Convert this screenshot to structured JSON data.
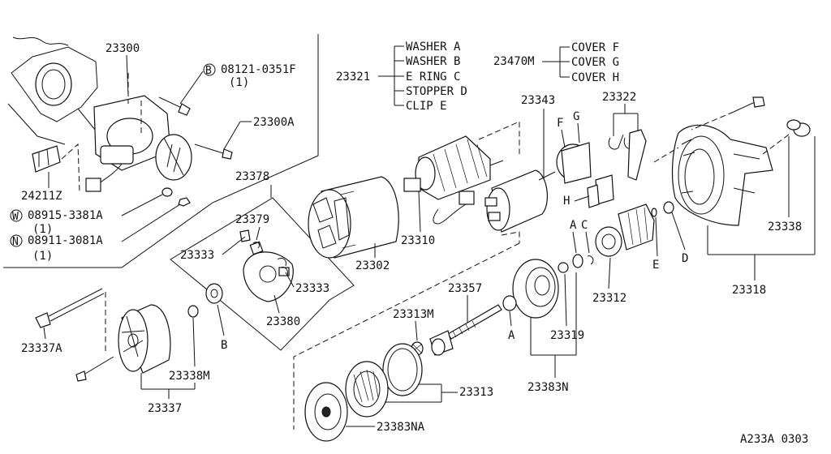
{
  "footer_code": "A233A 0303",
  "bubbles": {
    "b": "B",
    "w": "W",
    "n": "N"
  },
  "parts": {
    "p23300": "23300",
    "p08121": "08121-0351F",
    "p08121_qty": "(1)",
    "p23300A": "23300A",
    "p24211Z": "24211Z",
    "p08915": "08915-3381A",
    "p08915_qty": "(1)",
    "p08911": "08911-3081A",
    "p08911_qty": "(1)",
    "p23378": "23378",
    "p23379": "23379",
    "p23333a": "23333",
    "p23333b": "23333",
    "p23380": "23380",
    "p23302": "23302",
    "p23310": "23310",
    "p23343": "23343",
    "p23322": "23322",
    "p23338": "23338",
    "p23318": "23318",
    "p23312": "23312",
    "p23319": "23319",
    "p23383N": "23383N",
    "p23357": "23357",
    "p23313M": "23313M",
    "p23313": "23313",
    "p23383NA": "23383NA",
    "p23337A": "23337A",
    "p23338M": "23338M",
    "p23337": "23337"
  },
  "legend_23321": {
    "code": "23321",
    "items": [
      "WASHER A",
      "WASHER B",
      "E RING C",
      "STOPPER D",
      "CLIP E"
    ]
  },
  "legend_23470M": {
    "code": "23470M",
    "items": [
      "COVER F",
      "COVER G",
      "COVER H"
    ]
  },
  "letters": {
    "A1": "A",
    "A2": "A",
    "B": "B",
    "C": "C",
    "D": "D",
    "E": "E",
    "F": "F",
    "G": "G",
    "H": "H"
  }
}
